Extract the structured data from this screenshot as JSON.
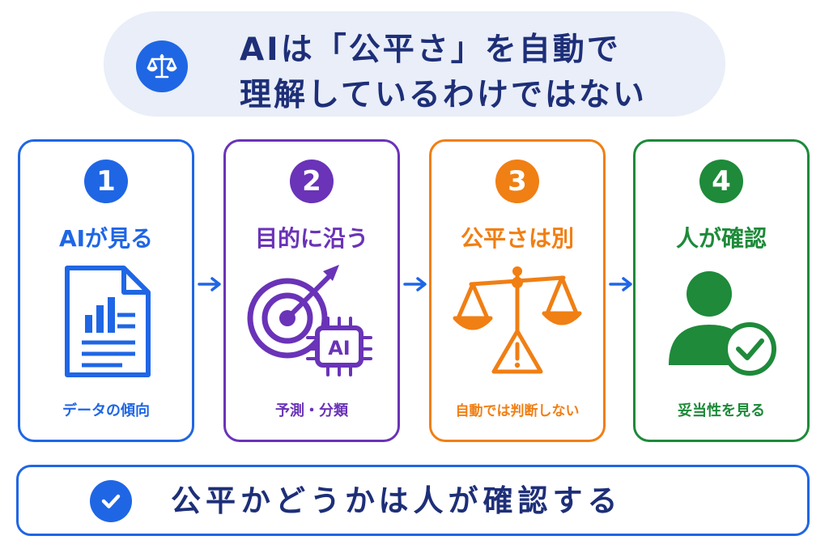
{
  "header": {
    "title_line1": "AIは「公平さ」を自動で",
    "title_line2": "理解しているわけではない",
    "icon": "scale-icon"
  },
  "steps": [
    {
      "number": "1",
      "title": "AIが見る",
      "caption": "データの傾向",
      "icon": "document-chart-icon",
      "color": "#1f66e5"
    },
    {
      "number": "2",
      "title": "目的に沿う",
      "caption": "予測・分類",
      "icon": "target-ai-chip-icon",
      "chip_label": "AI",
      "color": "#6a33b8"
    },
    {
      "number": "3",
      "title": "公平さは別",
      "caption": "自動では判断しない",
      "icon": "scale-warning-icon",
      "color": "#f07f14"
    },
    {
      "number": "4",
      "title": "人が確認",
      "caption": "妥当性を見る",
      "icon": "person-check-icon",
      "color": "#1e8a3a"
    }
  ],
  "footer": {
    "text": "公平かどうかは人が確認する",
    "icon": "check-circle-icon"
  },
  "colors": {
    "header_bg": "#e9eef8",
    "primary_blue": "#1f66e5",
    "title_navy": "#1e2f78"
  }
}
